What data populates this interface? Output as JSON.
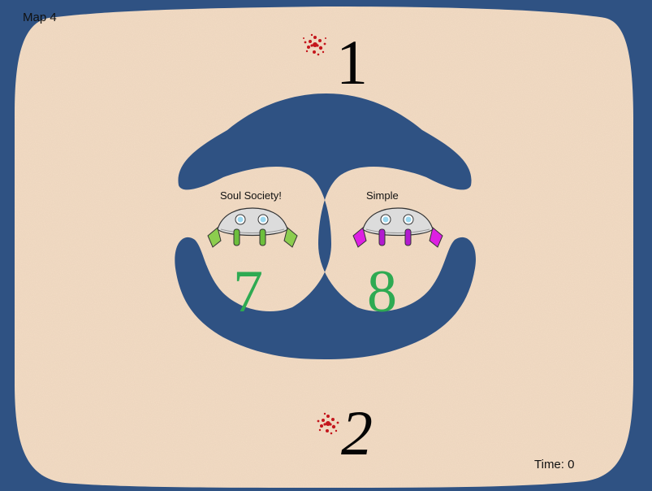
{
  "hud": {
    "map_label": "Map 4",
    "time_label": "Time:",
    "time_value": "0"
  },
  "bases": [
    {
      "label": "1",
      "style": "upright"
    },
    {
      "label": "2",
      "style": "italic"
    }
  ],
  "players": [
    {
      "name": "Soul Society!",
      "score": "7",
      "accent_color": "#8ccd4e",
      "wheel_color": "#6cbf3c"
    },
    {
      "name": "Simple",
      "score": "8",
      "accent_color": "#dd1fe2",
      "wheel_color": "#b21bd0"
    }
  ],
  "colors": {
    "water": "#2f5283",
    "sand": "#f3dcc4",
    "score_text": "#2eaa52",
    "splat": "#c4161c"
  },
  "icons": [
    "robot-icon",
    "red-splat-icon"
  ]
}
